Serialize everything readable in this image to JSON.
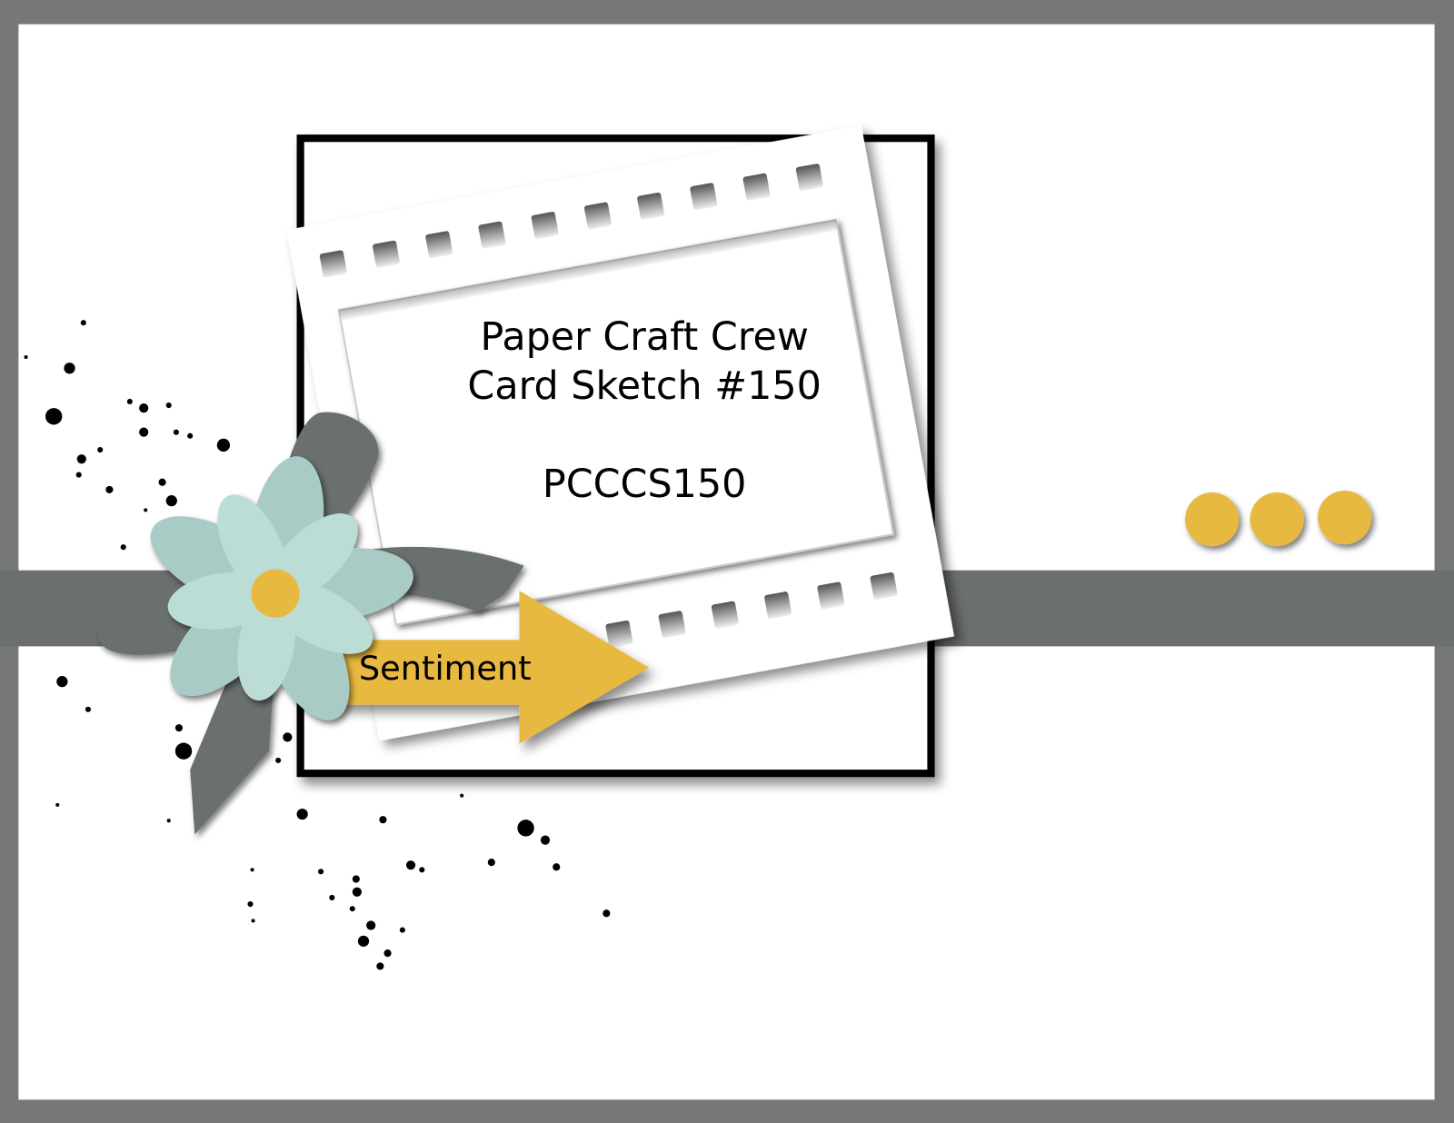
{
  "sketch": {
    "title_line1": "Paper Craft Crew",
    "title_line2": "Card Sketch #150",
    "code": "PCCCS150",
    "sentiment_label": "Sentiment"
  },
  "colors": {
    "border": "#767877",
    "ribbon": "#6b6f6e",
    "accent_yellow": "#e8b940",
    "flower_mint": "#bcdcd6",
    "mat_black": "#000000"
  }
}
